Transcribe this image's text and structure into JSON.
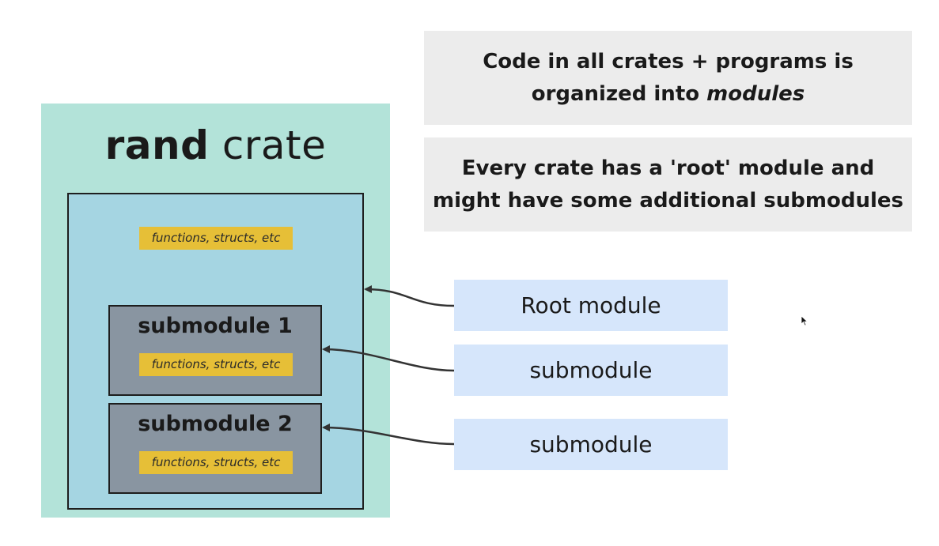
{
  "crate": {
    "name": "rand",
    "suffix": "crate"
  },
  "root_module": {
    "items_label": "functions, structs, etc"
  },
  "submodules": [
    {
      "title": "submodule 1",
      "items_label": "functions, structs, etc"
    },
    {
      "title": "submodule 2",
      "items_label": "functions, structs, etc"
    }
  ],
  "info": {
    "line1_a": "Code in all crates + programs is",
    "line1_b_prefix": "organized into ",
    "line1_b_em": "modules",
    "line2_a": "Every crate has a 'root' module and",
    "line2_b": "might have some additional submodules"
  },
  "labels": {
    "root": "Root module",
    "sub1": "submodule",
    "sub2": "submodule"
  },
  "colors": {
    "crate_bg": "#b3e3d9",
    "root_bg": "#a5d5e2",
    "submodule_bg": "#8995a1",
    "tag_bg": "#e6bf37",
    "info_bg": "#ececec",
    "label_bg": "#d6e6fb"
  }
}
